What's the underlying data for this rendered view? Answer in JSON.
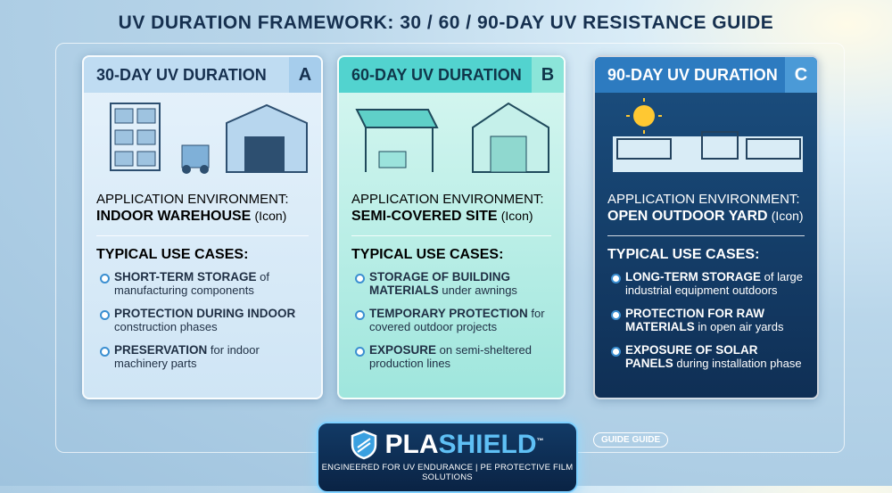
{
  "title": "UV DURATION FRAMEWORK: 30 / 60 / 90-DAY UV RESISTANCE GUIDE",
  "cards": [
    {
      "header": "30-DAY UV DURATION",
      "letter": "A",
      "env_label": "APPLICATION ENVIRONMENT:",
      "env_value": "INDOOR WAREHOUSE",
      "env_suffix": "(Icon)",
      "uses_heading": "TYPICAL USE CASES:",
      "uses": [
        {
          "bold": "SHORT-TERM STORAGE",
          "rest": "of manufacturing components"
        },
        {
          "bold": "PROTECTION DURING INDOOR",
          "rest": "construction phases"
        },
        {
          "bold": "PRESERVATION",
          "rest": "for indoor machinery parts"
        }
      ]
    },
    {
      "header": "60-DAY UV DURATION",
      "letter": "B",
      "env_label": "APPLICATION ENVIRONMENT:",
      "env_value": "SEMI-COVERED SITE",
      "env_suffix": "(Icon)",
      "uses_heading": "TYPICAL USE CASES:",
      "uses": [
        {
          "bold": "STORAGE OF BUILDING MATERIALS",
          "rest": "under awnings"
        },
        {
          "bold": "TEMPORARY PROTECTION",
          "rest": "for covered outdoor projects"
        },
        {
          "bold": "EXPOSURE",
          "rest": "on semi-sheltered production lines"
        }
      ]
    },
    {
      "header": "90-DAY UV DURATION",
      "letter": "C",
      "env_label": "APPLICATION ENVIRONMENT:",
      "env_value": "OPEN OUTDOOR YARD",
      "env_suffix": "(Icon)",
      "uses_heading": "TYPICAL USE CASES:",
      "uses": [
        {
          "bold": "LONG-TERM STORAGE",
          "rest": "of large industrial equipment outdoors"
        },
        {
          "bold": "PROTECTION FOR RAW MATERIALS",
          "rest": "in open air yards"
        },
        {
          "bold": "EXPOSURE OF SOLAR PANELS",
          "rest": "during installation phase"
        }
      ]
    }
  ],
  "logo": {
    "part1": "PLA",
    "part2": "SHIELD",
    "tm": "™",
    "tagline": "ENGINEERED FOR UV ENDURANCE | PE PROTECTIVE FILM SOLUTIONS"
  },
  "guide_pill": "GUIDE GUIDE"
}
